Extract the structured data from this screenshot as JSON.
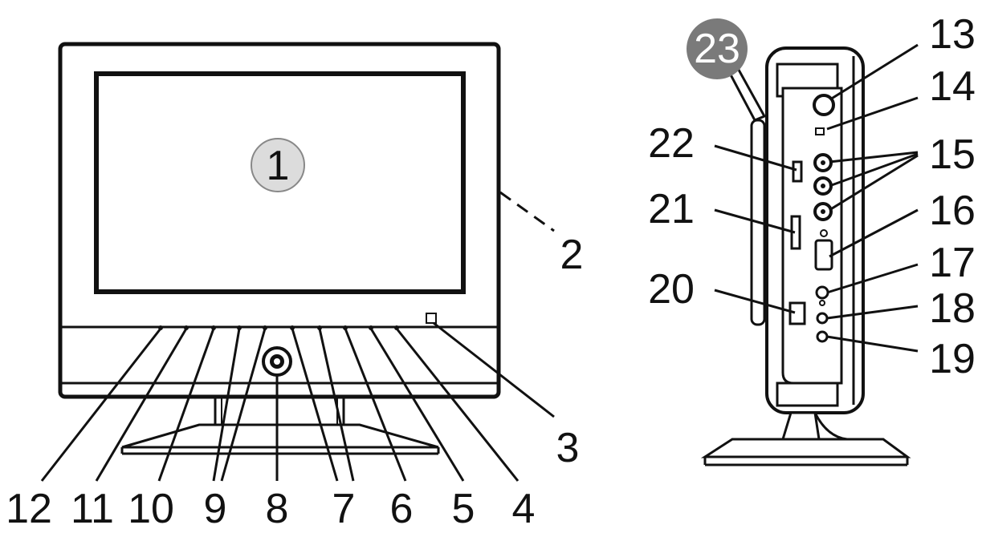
{
  "front_view": {
    "screen_callout": "1",
    "callouts": [
      "2",
      "3",
      "4",
      "5",
      "6",
      "7",
      "8",
      "9",
      "10",
      "11",
      "12"
    ]
  },
  "side_view": {
    "antenna_callout": "23",
    "callouts": [
      "13",
      "14",
      "15",
      "16",
      "17",
      "18",
      "19",
      "20",
      "21",
      "22"
    ]
  },
  "colors": {
    "line": "#111111",
    "badge_light": "#dcdcdc",
    "badge_dark": "#7a7a7a"
  }
}
